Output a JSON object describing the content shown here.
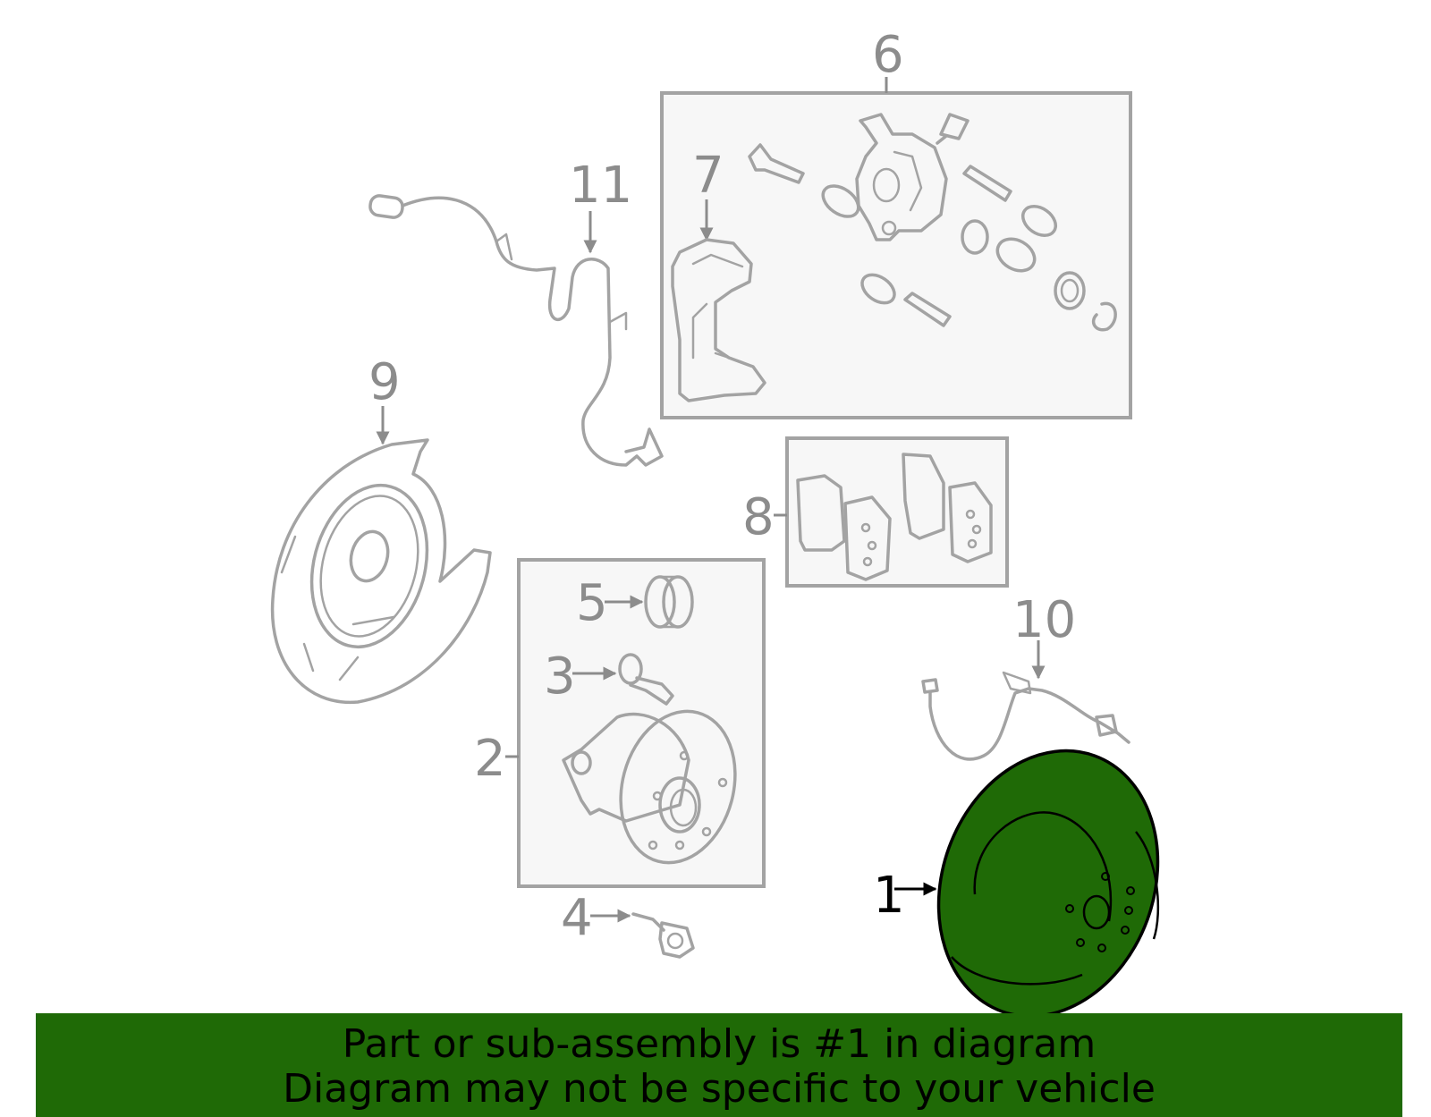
{
  "callouts": {
    "c1": "1",
    "c2": "2",
    "c3": "3",
    "c4": "4",
    "c5": "5",
    "c6": "6",
    "c7": "7",
    "c8": "8",
    "c9": "9",
    "c10": "10",
    "c11": "11"
  },
  "colors": {
    "highlight": "#1f6a06",
    "outline": "#a3a3a3",
    "label": "#8c8c8c"
  },
  "banner": {
    "line1": "Part or sub-assembly is #1 in diagram",
    "line2": "Diagram may not be specific to your vehicle"
  }
}
